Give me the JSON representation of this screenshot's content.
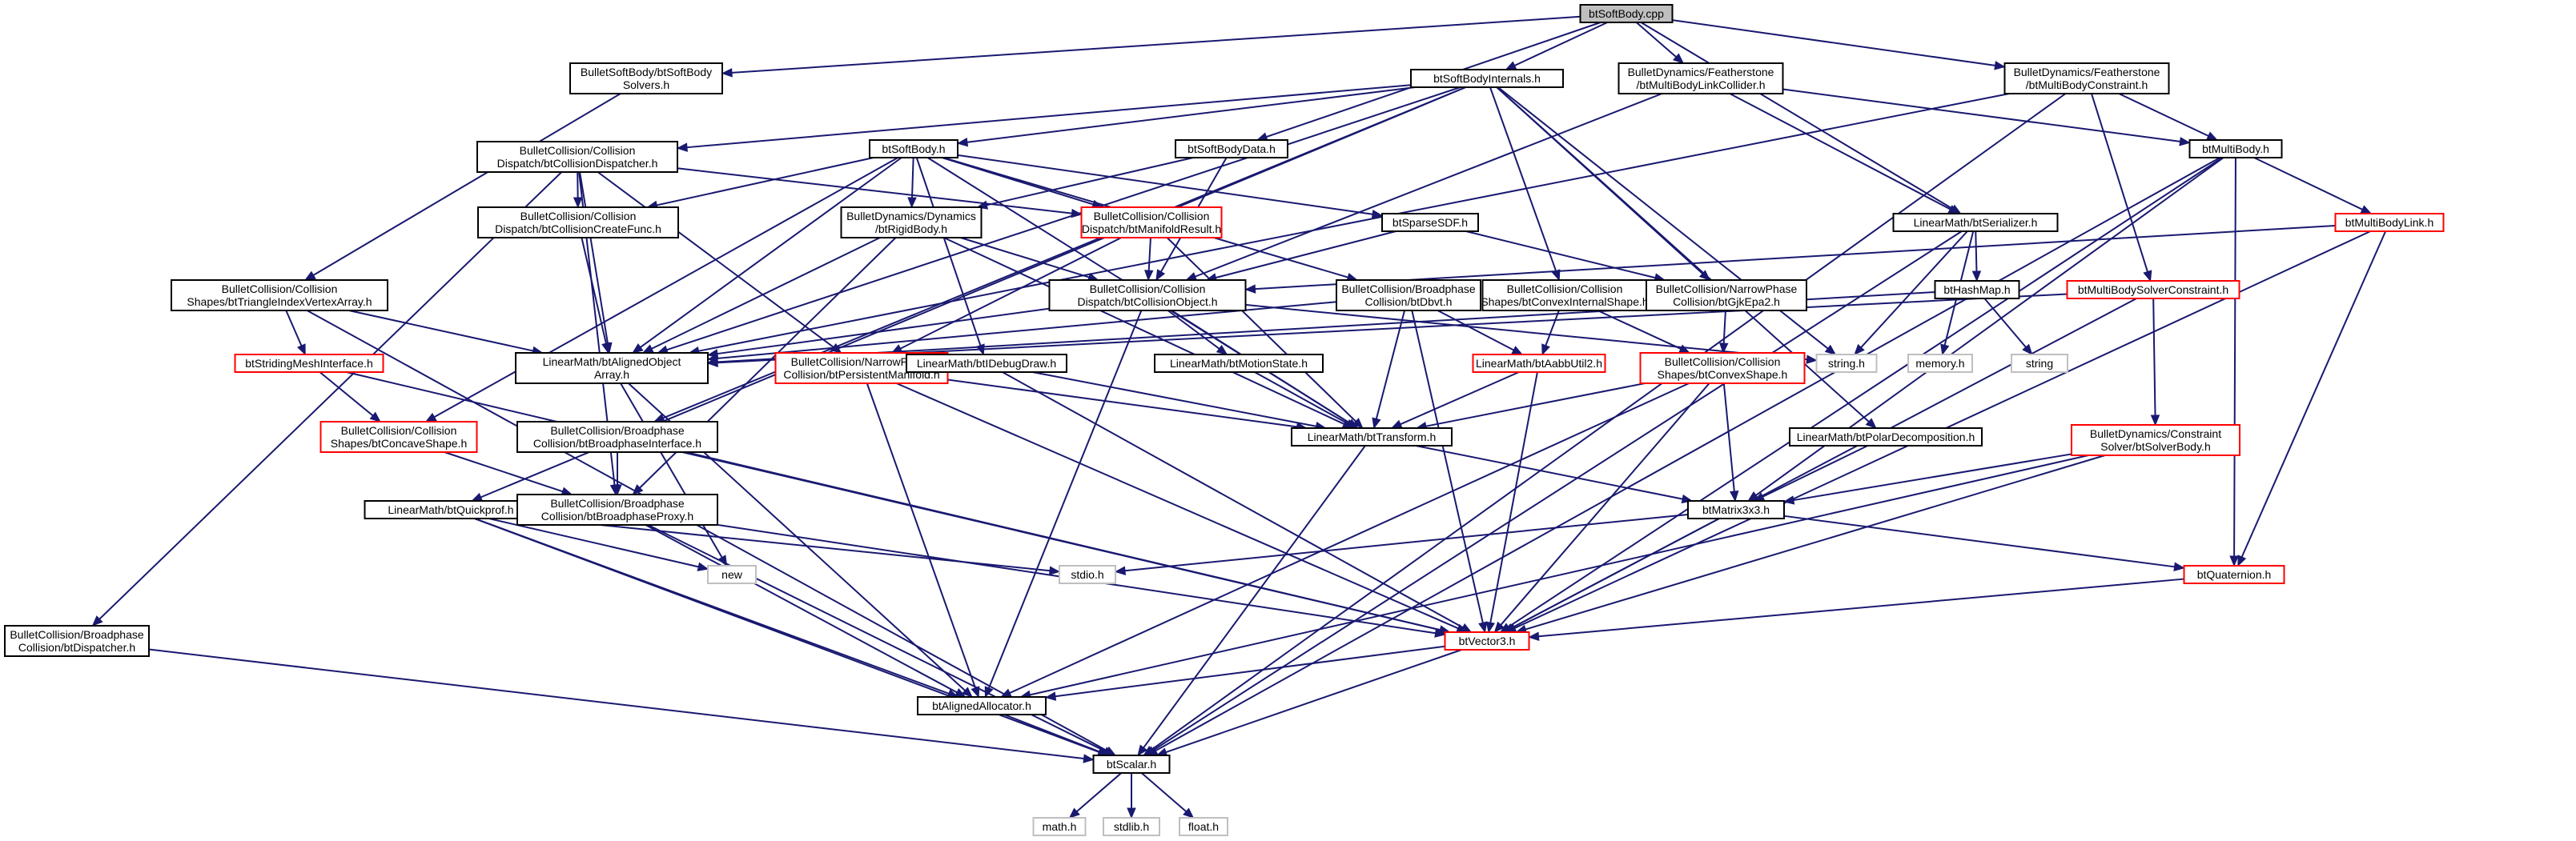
{
  "diagram": {
    "type": "include-dependency-graph",
    "colors": {
      "edge": "#191970",
      "root_fill": "#bfbfbf",
      "documented_border": "#000000",
      "undocumented_border": "#ff0000",
      "external_border": "#bfbfbf"
    },
    "nodes": [
      {
        "id": "root",
        "lines": [
          "btSoftBody.cpp"
        ],
        "style": "root"
      },
      {
        "id": "solvers",
        "lines": [
          "BulletSoftBody/btSoftBody",
          "Solvers.h"
        ],
        "style": "black"
      },
      {
        "id": "internals",
        "lines": [
          "btSoftBodyInternals.h"
        ],
        "style": "black"
      },
      {
        "id": "linkcollider",
        "lines": [
          "BulletDynamics/Featherstone",
          "/btMultiBodyLinkCollider.h"
        ],
        "style": "black"
      },
      {
        "id": "mbconstraint",
        "lines": [
          "BulletDynamics/Featherstone",
          "/btMultiBodyConstraint.h"
        ],
        "style": "black"
      },
      {
        "id": "colldispatcher",
        "lines": [
          "BulletCollision/Collision",
          "Dispatch/btCollisionDispatcher.h"
        ],
        "style": "black"
      },
      {
        "id": "softbody",
        "lines": [
          "btSoftBody.h"
        ],
        "style": "black"
      },
      {
        "id": "softbodydata",
        "lines": [
          "btSoftBodyData.h"
        ],
        "style": "black"
      },
      {
        "id": "multibody",
        "lines": [
          "btMultiBody.h"
        ],
        "style": "black"
      },
      {
        "id": "collcreatefunc",
        "lines": [
          "BulletCollision/Collision",
          "Dispatch/btCollisionCreateFunc.h"
        ],
        "style": "black"
      },
      {
        "id": "rigidbody",
        "lines": [
          "BulletDynamics/Dynamics",
          "/btRigidBody.h"
        ],
        "style": "black"
      },
      {
        "id": "manifoldresult",
        "lines": [
          "BulletCollision/Collision",
          "Dispatch/btManifoldResult.h"
        ],
        "style": "red"
      },
      {
        "id": "sparsesdf",
        "lines": [
          "btSparseSDF.h"
        ],
        "style": "black"
      },
      {
        "id": "serializer",
        "lines": [
          "LinearMath/btSerializer.h"
        ],
        "style": "black"
      },
      {
        "id": "multibodylink",
        "lines": [
          "btMultiBodyLink.h"
        ],
        "style": "red"
      },
      {
        "id": "trivertex",
        "lines": [
          "BulletCollision/Collision",
          "Shapes/btTriangleIndexVertexArray.h"
        ],
        "style": "black"
      },
      {
        "id": "collobject",
        "lines": [
          "BulletCollision/Collision",
          "Dispatch/btCollisionObject.h"
        ],
        "style": "black"
      },
      {
        "id": "dbvt",
        "lines": [
          "BulletCollision/Broadphase",
          "Collision/btDbvt.h"
        ],
        "style": "black"
      },
      {
        "id": "convexinternal",
        "lines": [
          "BulletCollision/Collision",
          "Shapes/btConvexInternalShape.h"
        ],
        "style": "black"
      },
      {
        "id": "gjkepa2",
        "lines": [
          "BulletCollision/NarrowPhase",
          "Collision/btGjkEpa2.h"
        ],
        "style": "black"
      },
      {
        "id": "hashmap",
        "lines": [
          "btHashMap.h"
        ],
        "style": "black"
      },
      {
        "id": "mbsolverconstraint",
        "lines": [
          "btMultiBodySolverConstraint.h"
        ],
        "style": "red"
      },
      {
        "id": "stridingmesh",
        "lines": [
          "btStridingMeshInterface.h"
        ],
        "style": "red"
      },
      {
        "id": "alignedobjarray",
        "lines": [
          "LinearMath/btAlignedObject",
          "Array.h"
        ],
        "style": "black"
      },
      {
        "id": "persistentmanifold",
        "lines": [
          "BulletCollision/NarrowPhase",
          "Collision/btPersistentManifold.h"
        ],
        "style": "red"
      },
      {
        "id": "idebugdraw",
        "lines": [
          "LinearMath/btIDebugDraw.h"
        ],
        "style": "black"
      },
      {
        "id": "motionstate",
        "lines": [
          "LinearMath/btMotionState.h"
        ],
        "style": "black"
      },
      {
        "id": "aabbutil2",
        "lines": [
          "LinearMath/btAabbUtil2.h"
        ],
        "style": "red"
      },
      {
        "id": "convexshape",
        "lines": [
          "BulletCollision/Collision",
          "Shapes/btConvexShape.h"
        ],
        "style": "red"
      },
      {
        "id": "stringh",
        "lines": [
          "string.h"
        ],
        "style": "grey"
      },
      {
        "id": "memoryh",
        "lines": [
          "memory.h"
        ],
        "style": "grey"
      },
      {
        "id": "string",
        "lines": [
          "string"
        ],
        "style": "grey"
      },
      {
        "id": "concaveshape",
        "lines": [
          "BulletCollision/Collision",
          "Shapes/btConcaveShape.h"
        ],
        "style": "red"
      },
      {
        "id": "transform",
        "lines": [
          "LinearMath/btTransform.h"
        ],
        "style": "black"
      },
      {
        "id": "broadphaseinterface",
        "lines": [
          "BulletCollision/Broadphase",
          "Collision/btBroadphaseInterface.h"
        ],
        "style": "black"
      },
      {
        "id": "polardecomp",
        "lines": [
          "LinearMath/btPolarDecomposition.h"
        ],
        "style": "black"
      },
      {
        "id": "solverbody",
        "lines": [
          "BulletDynamics/Constraint",
          "Solver/btSolverBody.h"
        ],
        "style": "red"
      },
      {
        "id": "quickprof",
        "lines": [
          "LinearMath/btQuickprof.h"
        ],
        "style": "black"
      },
      {
        "id": "broadphaseproxy",
        "lines": [
          "BulletCollision/Broadphase",
          "Collision/btBroadphaseProxy.h"
        ],
        "style": "black"
      },
      {
        "id": "matrix3x3",
        "lines": [
          "btMatrix3x3.h"
        ],
        "style": "black"
      },
      {
        "id": "newh",
        "lines": [
          "new"
        ],
        "style": "grey"
      },
      {
        "id": "stdioh",
        "lines": [
          "stdio.h"
        ],
        "style": "grey"
      },
      {
        "id": "quaternion",
        "lines": [
          "btQuaternion.h"
        ],
        "style": "red"
      },
      {
        "id": "dispatcher",
        "lines": [
          "BulletCollision/Broadphase",
          "Collision/btDispatcher.h"
        ],
        "style": "black"
      },
      {
        "id": "vector3",
        "lines": [
          "btVector3.h"
        ],
        "style": "red"
      },
      {
        "id": "alignedalloc",
        "lines": [
          "btAlignedAllocator.h"
        ],
        "style": "black"
      },
      {
        "id": "scalar",
        "lines": [
          "btScalar.h"
        ],
        "style": "black"
      },
      {
        "id": "mathh",
        "lines": [
          "math.h"
        ],
        "style": "grey"
      },
      {
        "id": "stdlibh",
        "lines": [
          "stdlib.h"
        ],
        "style": "grey"
      },
      {
        "id": "floath",
        "lines": [
          "float.h"
        ],
        "style": "grey"
      }
    ],
    "edges": [
      [
        "root",
        "solvers"
      ],
      [
        "root",
        "internals"
      ],
      [
        "root",
        "linkcollider"
      ],
      [
        "root",
        "mbconstraint"
      ],
      [
        "root",
        "softbodydata"
      ],
      [
        "root",
        "serializer"
      ],
      [
        "solvers",
        "trivertex"
      ],
      [
        "internals",
        "softbody"
      ],
      [
        "internals",
        "colldispatcher"
      ],
      [
        "internals",
        "alignedobjarray"
      ],
      [
        "internals",
        "convexinternal"
      ],
      [
        "internals",
        "gjkepa2"
      ],
      [
        "internals",
        "polardecomp"
      ],
      [
        "internals",
        "quickprof"
      ],
      [
        "internals",
        "stringh"
      ],
      [
        "internals",
        "broadphaseinterface"
      ],
      [
        "linkcollider",
        "multibody"
      ],
      [
        "linkcollider",
        "collobject"
      ],
      [
        "linkcollider",
        "serializer"
      ],
      [
        "mbconstraint",
        "multibody"
      ],
      [
        "mbconstraint",
        "alignedobjarray"
      ],
      [
        "mbconstraint",
        "mbsolverconstraint"
      ],
      [
        "mbconstraint",
        "scalar"
      ],
      [
        "colldispatcher",
        "collcreatefunc"
      ],
      [
        "colldispatcher",
        "manifoldresult"
      ],
      [
        "colldispatcher",
        "alignedobjarray"
      ],
      [
        "colldispatcher",
        "persistentmanifold"
      ],
      [
        "colldispatcher",
        "broadphaseproxy"
      ],
      [
        "colldispatcher",
        "dispatcher"
      ],
      [
        "softbody",
        "rigidbody"
      ],
      [
        "softbody",
        "collcreatefunc"
      ],
      [
        "softbody",
        "sparsesdf"
      ],
      [
        "softbody",
        "dbvt"
      ],
      [
        "softbody",
        "idebugdraw"
      ],
      [
        "softbody",
        "alignedobjarray"
      ],
      [
        "softbody",
        "transform"
      ],
      [
        "softbody",
        "concaveshape"
      ],
      [
        "softbody",
        "manifoldresult"
      ],
      [
        "softbodydata",
        "rigidbody"
      ],
      [
        "softbodydata",
        "collobject"
      ],
      [
        "multibody",
        "multibodylink"
      ],
      [
        "multibody",
        "matrix3x3"
      ],
      [
        "multibody",
        "vector3"
      ],
      [
        "multibody",
        "quaternion"
      ],
      [
        "multibody",
        "scalar"
      ],
      [
        "collcreatefunc",
        "alignedobjarray"
      ],
      [
        "rigidbody",
        "collobject"
      ],
      [
        "rigidbody",
        "alignedobjarray"
      ],
      [
        "rigidbody",
        "transform"
      ],
      [
        "rigidbody",
        "broadphaseproxy"
      ],
      [
        "manifoldresult",
        "collobject"
      ],
      [
        "manifoldresult",
        "persistentmanifold"
      ],
      [
        "manifoldresult",
        "transform"
      ],
      [
        "sparsesdf",
        "collobject"
      ],
      [
        "sparsesdf",
        "gjkepa2"
      ],
      [
        "serializer",
        "hashmap"
      ],
      [
        "serializer",
        "stringh"
      ],
      [
        "serializer",
        "memoryh"
      ],
      [
        "serializer",
        "scalar"
      ],
      [
        "multibodylink",
        "vector3"
      ],
      [
        "multibodylink",
        "quaternion"
      ],
      [
        "multibodylink",
        "collobject"
      ],
      [
        "trivertex",
        "stridingmesh"
      ],
      [
        "trivertex",
        "alignedobjarray"
      ],
      [
        "trivertex",
        "scalar"
      ],
      [
        "collobject",
        "alignedobjarray"
      ],
      [
        "collobject",
        "motionstate"
      ],
      [
        "collobject",
        "transform"
      ],
      [
        "collobject",
        "alignedalloc"
      ],
      [
        "collobject",
        "stringh"
      ],
      [
        "dbvt",
        "aabbutil2"
      ],
      [
        "dbvt",
        "alignedobjarray"
      ],
      [
        "dbvt",
        "vector3"
      ],
      [
        "dbvt",
        "transform"
      ],
      [
        "convexinternal",
        "convexshape"
      ],
      [
        "convexinternal",
        "aabbutil2"
      ],
      [
        "gjkepa2",
        "convexshape"
      ],
      [
        "hashmap",
        "alignedobjarray"
      ],
      [
        "hashmap",
        "string"
      ],
      [
        "mbsolverconstraint",
        "solverbody"
      ],
      [
        "mbsolverconstraint",
        "vector3"
      ],
      [
        "mbsolverconstraint",
        "alignedobjarray"
      ],
      [
        "stridingmesh",
        "concaveshape"
      ],
      [
        "stridingmesh",
        "vector3"
      ],
      [
        "alignedobjarray",
        "newh"
      ],
      [
        "alignedobjarray",
        "alignedalloc"
      ],
      [
        "persistentmanifold",
        "vector3"
      ],
      [
        "persistentmanifold",
        "transform"
      ],
      [
        "persistentmanifold",
        "alignedalloc"
      ],
      [
        "idebugdraw",
        "transform"
      ],
      [
        "idebugdraw",
        "vector3"
      ],
      [
        "motionstate",
        "transform"
      ],
      [
        "aabbutil2",
        "transform"
      ],
      [
        "aabbutil2",
        "vector3"
      ],
      [
        "convexshape",
        "transform"
      ],
      [
        "convexshape",
        "vector3"
      ],
      [
        "convexshape",
        "matrix3x3"
      ],
      [
        "convexshape",
        "alignedalloc"
      ],
      [
        "concaveshape",
        "broadphaseproxy"
      ],
      [
        "transform",
        "matrix3x3"
      ],
      [
        "transform",
        "scalar"
      ],
      [
        "broadphaseinterface",
        "broadphaseproxy"
      ],
      [
        "broadphaseinterface",
        "vector3"
      ],
      [
        "polardecomp",
        "matrix3x3"
      ],
      [
        "solverbody",
        "vector3"
      ],
      [
        "solverbody",
        "matrix3x3"
      ],
      [
        "solverbody",
        "alignedalloc"
      ],
      [
        "quickprof",
        "scalar"
      ],
      [
        "quickprof",
        "alignedalloc"
      ],
      [
        "quickprof",
        "stdioh"
      ],
      [
        "quickprof",
        "newh"
      ],
      [
        "broadphaseproxy",
        "scalar"
      ],
      [
        "broadphaseproxy",
        "vector3"
      ],
      [
        "broadphaseproxy",
        "alignedalloc"
      ],
      [
        "matrix3x3",
        "vector3"
      ],
      [
        "matrix3x3",
        "quaternion"
      ],
      [
        "matrix3x3",
        "stdioh"
      ],
      [
        "quaternion",
        "vector3"
      ],
      [
        "dispatcher",
        "scalar"
      ],
      [
        "vector3",
        "scalar"
      ],
      [
        "vector3",
        "alignedalloc"
      ],
      [
        "alignedalloc",
        "scalar"
      ],
      [
        "scalar",
        "mathh"
      ],
      [
        "scalar",
        "stdlibh"
      ],
      [
        "scalar",
        "floath"
      ]
    ]
  }
}
